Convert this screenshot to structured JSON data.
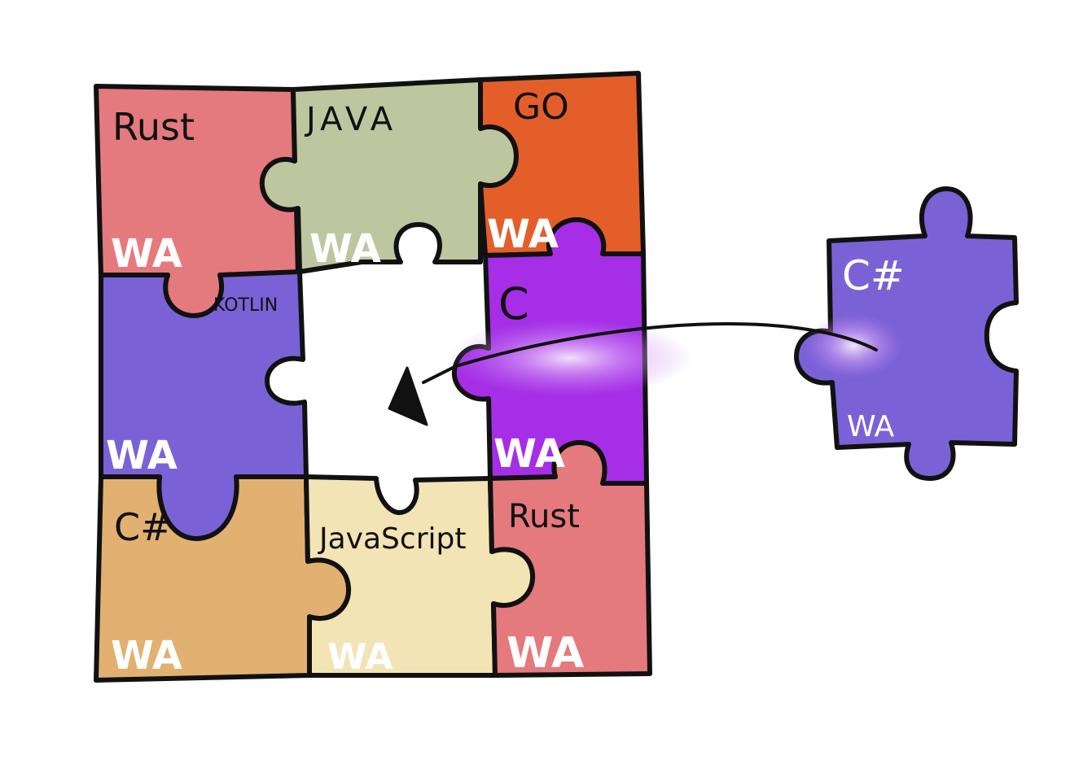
{
  "pieces": [
    {
      "id": "rust-top",
      "lang": "Rust",
      "wa": "WA",
      "color": "#E47A7E"
    },
    {
      "id": "java",
      "lang": "JAVA",
      "wa": "WA",
      "color": "#BEC6A0"
    },
    {
      "id": "go",
      "lang": "GO",
      "wa": "WA",
      "color": "#E45E2A"
    },
    {
      "id": "kotlin",
      "lang": "KOTLIN",
      "wa": "WA",
      "color": "#7A62D6"
    },
    {
      "id": "c",
      "lang": "C",
      "wa": "WA",
      "color": "#A52EE6"
    },
    {
      "id": "csharp-grid",
      "lang": "C#",
      "wa": "WA",
      "color": "#E2B070"
    },
    {
      "id": "javascript",
      "lang": "JavaScript",
      "wa": "WA",
      "color": "#F3E4B5"
    },
    {
      "id": "rust-bottom",
      "lang": "Rust",
      "wa": "WA",
      "color": "#E47A7E"
    },
    {
      "id": "csharp-loose",
      "lang": "C#",
      "wa": "WA",
      "color": "#7A62D6"
    }
  ],
  "colors": {
    "outline": "#111111",
    "arrow": "#111111",
    "glow": "#C07CF0",
    "background": "#FFFFFF"
  }
}
